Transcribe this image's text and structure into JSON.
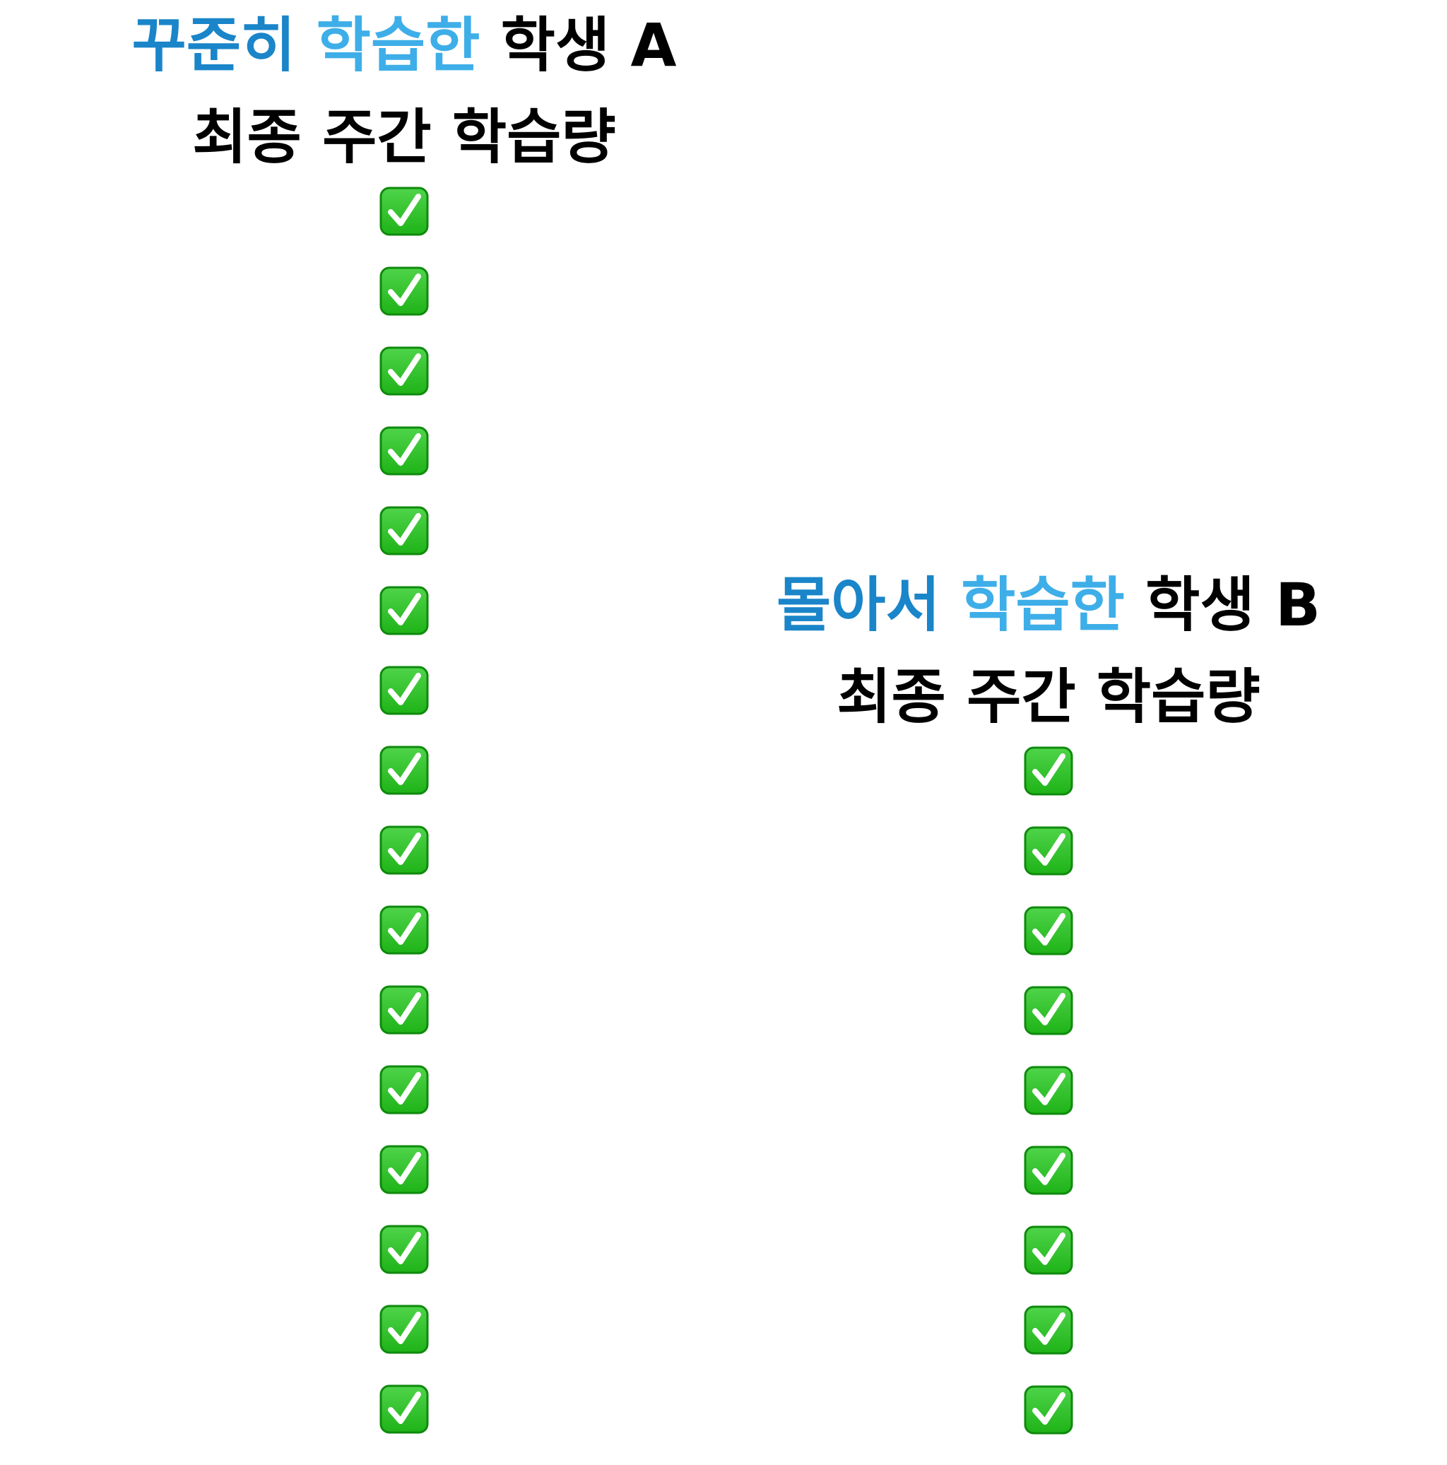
{
  "student_a": {
    "title_part1": "꾸준히",
    "title_part2": "학습한",
    "title_part3": "학생 A",
    "subtitle": "최종 주간 학습량",
    "check_count": 16
  },
  "student_b": {
    "title_part1": "몰아서",
    "title_part2": "학습한",
    "title_part3": "학생 B",
    "subtitle": "최종 주간 학습량",
    "check_count": 9
  },
  "colors": {
    "accent_dark": "#1a85c9",
    "accent_light": "#3eaee8",
    "check_green": "#1fb318",
    "check_border": "#0f8a0d"
  },
  "icons": {
    "check": "check-mark-button-icon"
  }
}
